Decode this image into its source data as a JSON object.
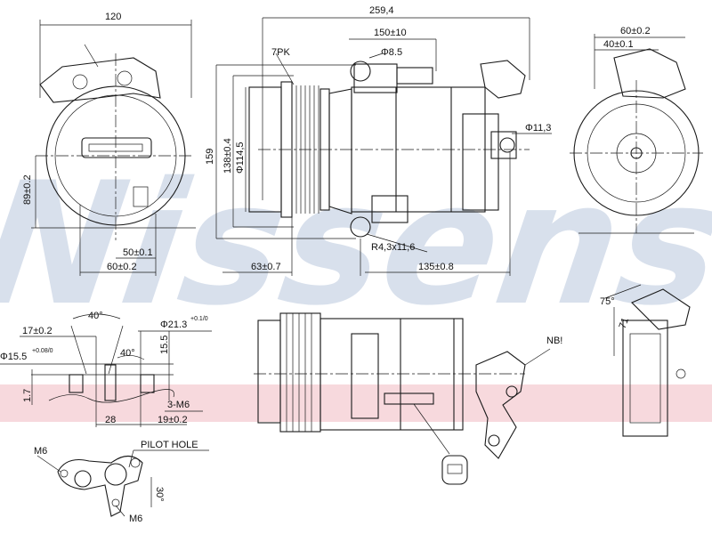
{
  "watermark": {
    "text": "Nissens",
    "color": "#b9c7dd",
    "band_color": "#f3c9cf"
  },
  "front_view": {
    "width": "120",
    "height_tol": "89±0.2",
    "dim_a": "50±0.1",
    "dim_b": "60±0.2"
  },
  "side_view": {
    "overall_length": "259,4",
    "connector_length": "150±10",
    "port_diameter": "Φ8.5",
    "belt": "7PK",
    "height": "159",
    "pulley_diameter": "138±0.4",
    "hub_diameter": "Φ114,5",
    "mount_hole": "Φ11,3",
    "slot": "R4,3x11,6",
    "offset": "63±0.7",
    "mount_spacing": "135±0.8"
  },
  "rear_view": {
    "dim_a": "60±0.2",
    "dim_b": "40±0.1"
  },
  "port_detail": {
    "angle_1": "40°",
    "dim_17": "17±0.2",
    "dim_21": "Φ21.3",
    "tol_21": "+0.1/0",
    "dim_15": "Φ15.5",
    "tol_15": "+0.08/0",
    "angle_2": "40°",
    "depth": "15.5",
    "dim_17b": "1.7",
    "thread": "3-M6",
    "dim_28": "28",
    "dim_19": "19±0.2"
  },
  "flange_detail": {
    "thread_1": "M6",
    "pilot": "PILOT HOLE",
    "angle": "30°",
    "thread_2": "M6"
  },
  "bottom_view": {
    "note": "NB!",
    "angle": "75°",
    "dim": "71"
  }
}
